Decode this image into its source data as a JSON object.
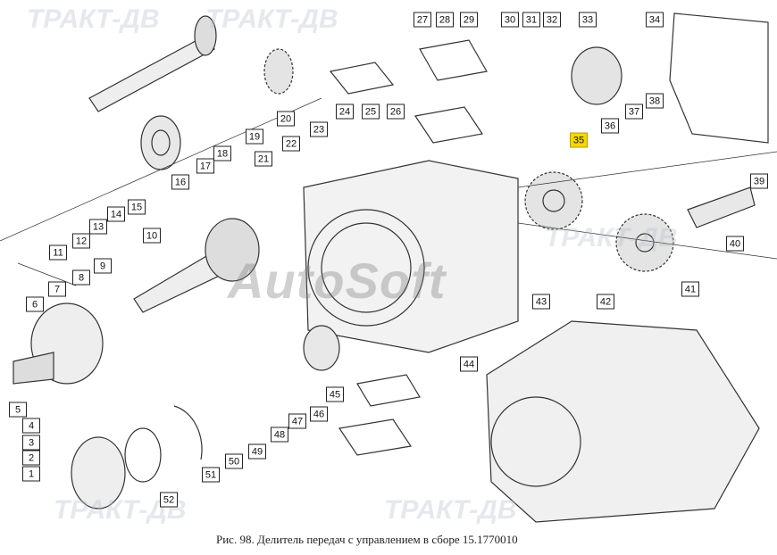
{
  "caption": "Рис. 98. Делитель передач с управлением в сборе 15.1770010",
  "watermark": "ТРАКТ-ДВ",
  "watermark_brand": "AutoSoft",
  "highlight_color": "#f5d800",
  "callouts": [
    "1",
    "2",
    "3",
    "4",
    "5",
    "6",
    "7",
    "8",
    "9",
    "10",
    "11",
    "12",
    "13",
    "14",
    "15",
    "16",
    "17",
    "18",
    "19",
    "20",
    "21",
    "22",
    "23",
    "24",
    "25",
    "26",
    "27",
    "28",
    "29",
    "30",
    "31",
    "32",
    "33",
    "34",
    "35",
    "36",
    "37",
    "38",
    "39",
    "40",
    "41",
    "42",
    "43",
    "44",
    "45",
    "46",
    "47",
    "48",
    "49",
    "50",
    "51",
    "52"
  ],
  "highlighted_callout": "35"
}
